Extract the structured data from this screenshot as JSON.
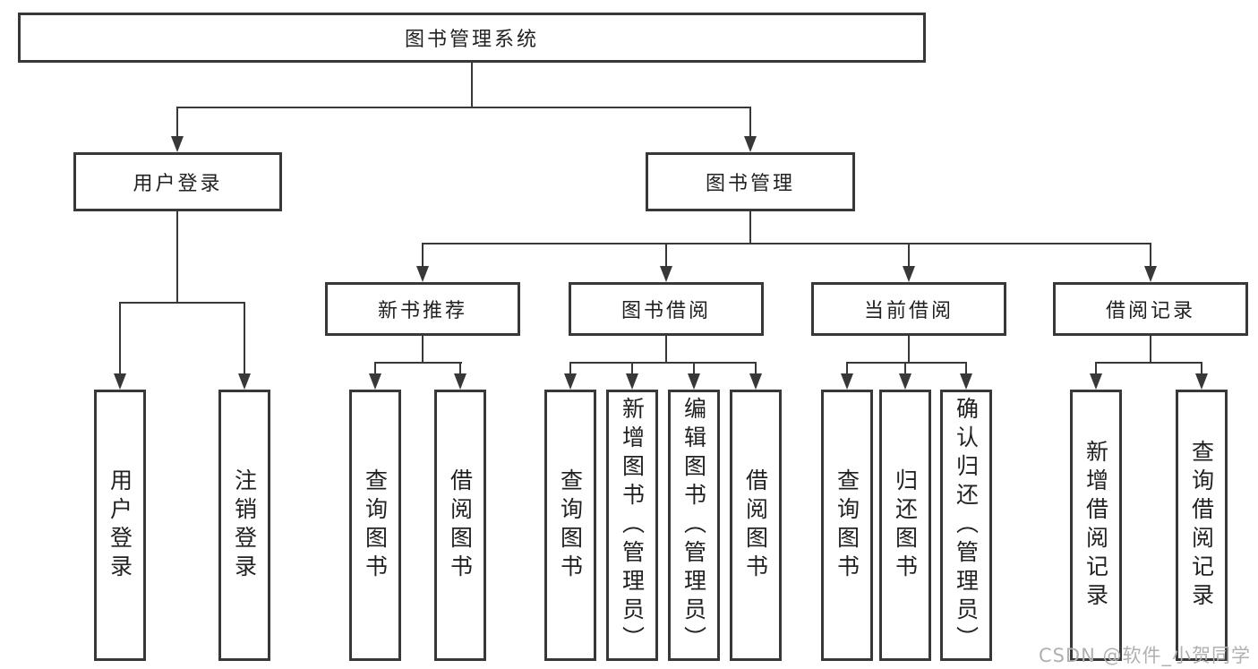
{
  "diagram": {
    "root": {
      "label": "图书管理系统"
    },
    "branches": [
      {
        "label": "用户登录",
        "children": [
          {
            "label": "用户登录"
          },
          {
            "label": "注销登录"
          }
        ]
      },
      {
        "label": "图书管理",
        "children": [
          {
            "label": "新书推荐",
            "children": [
              {
                "label": "查询图书"
              },
              {
                "label": "借阅图书"
              }
            ]
          },
          {
            "label": "图书借阅",
            "children": [
              {
                "label": "查询图书"
              },
              {
                "label": "新增图书（管理员）"
              },
              {
                "label": "编辑图书（管理员）"
              },
              {
                "label": "借阅图书"
              }
            ]
          },
          {
            "label": "当前借阅",
            "children": [
              {
                "label": "查询图书"
              },
              {
                "label": "归还图书"
              },
              {
                "label": "确认归还（管理员）"
              }
            ]
          },
          {
            "label": "借阅记录",
            "children": [
              {
                "label": "新增借阅记录"
              },
              {
                "label": "查询借阅记录"
              }
            ]
          }
        ]
      }
    ]
  },
  "watermark": {
    "text": "CSDN @软件_小贺同学"
  },
  "colors": {
    "line": "#383838",
    "text": "#212121",
    "watermark": "#b0b0b0",
    "background": "#ffffff"
  }
}
